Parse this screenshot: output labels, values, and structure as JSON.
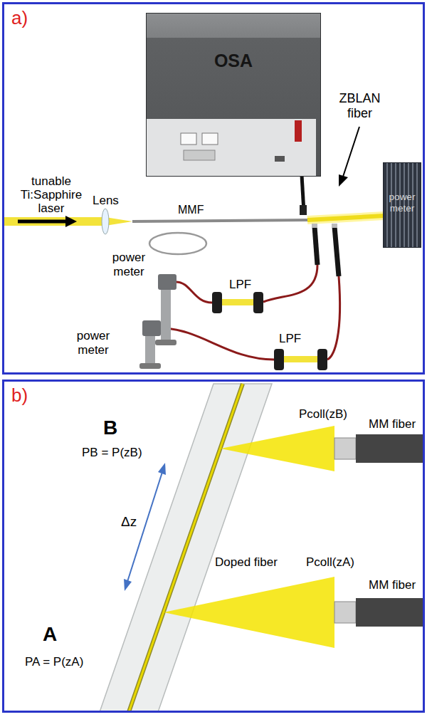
{
  "diagram": {
    "nodes": [
      {
        "text": [
          "a)"
        ]
      },
      {
        "text": [
          "OSA"
        ],
        "in": 0
      },
      {
        "text": [
          "power meter"
        ],
        "in": 0
      },
      {
        "text": [
          "b)"
        ]
      }
    ],
    "labels": [
      "ZBLAN fiber",
      "tunable Ti:Sapphire laser",
      "Lens",
      "MMF",
      "power meter",
      "LPF",
      "power meter",
      "LPF",
      "B",
      "PB = P(zB)",
      "Pcoll(zB)",
      "MM fiber",
      "Δz",
      "Doped fiber",
      "Pcoll(zA)",
      "MM fiber",
      "A",
      "PA = P(zA)"
    ]
  }
}
